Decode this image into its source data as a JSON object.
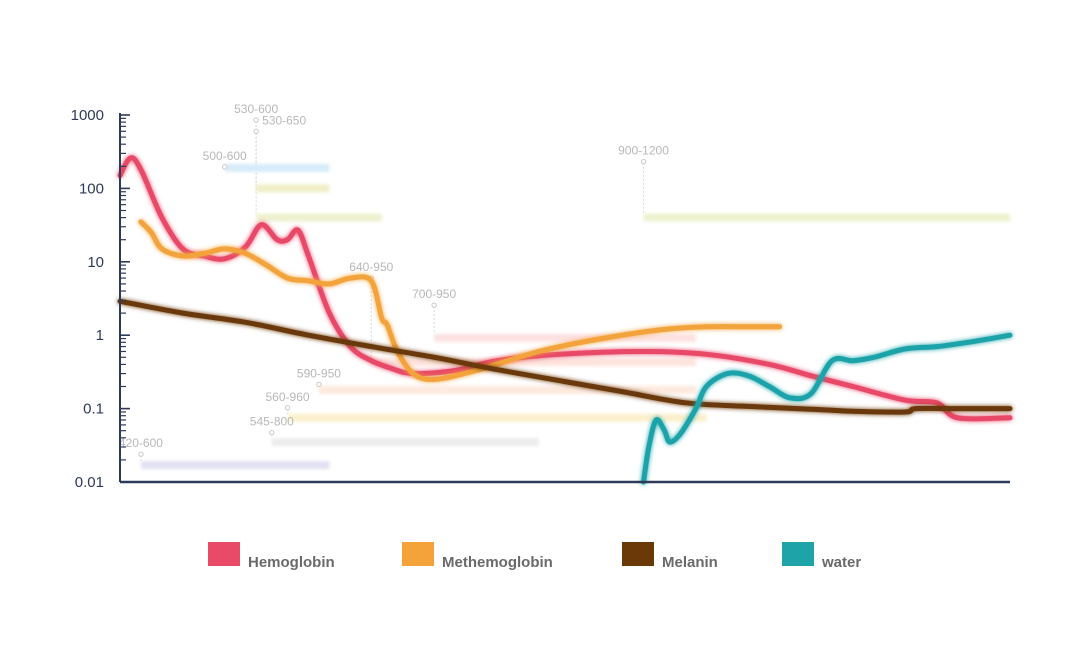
{
  "chart_data": {
    "type": "line",
    "y_scale": "log",
    "ylim": [
      0.01,
      1000
    ],
    "xlim": [
      400,
      1250
    ],
    "y_ticks": [
      {
        "value": 1000,
        "label": "1000"
      },
      {
        "value": 100,
        "label": "100"
      },
      {
        "value": 10,
        "label": "10"
      },
      {
        "value": 1,
        "label": "1"
      },
      {
        "value": 0.1,
        "label": "0.1"
      },
      {
        "value": 0.01,
        "label": "0.01"
      }
    ],
    "grid": false,
    "legend_position": "bottom",
    "series": [
      {
        "name": "Hemoglobin",
        "color": "#e84a67",
        "points": [
          [
            400,
            150
          ],
          [
            410,
            260
          ],
          [
            420,
            180
          ],
          [
            440,
            40
          ],
          [
            460,
            15
          ],
          [
            480,
            12
          ],
          [
            500,
            11
          ],
          [
            520,
            16
          ],
          [
            535,
            32
          ],
          [
            550,
            20
          ],
          [
            560,
            20
          ],
          [
            570,
            27
          ],
          [
            580,
            12
          ],
          [
            600,
            2
          ],
          [
            620,
            0.7
          ],
          [
            640,
            0.45
          ],
          [
            660,
            0.35
          ],
          [
            680,
            0.3
          ],
          [
            720,
            0.33
          ],
          [
            760,
            0.45
          ],
          [
            820,
            0.55
          ],
          [
            900,
            0.6
          ],
          [
            960,
            0.55
          ],
          [
            1020,
            0.4
          ],
          [
            1060,
            0.28
          ],
          [
            1100,
            0.2
          ],
          [
            1150,
            0.13
          ],
          [
            1180,
            0.12
          ],
          [
            1200,
            0.075
          ],
          [
            1250,
            0.075
          ]
        ]
      },
      {
        "name": "Methemoglobin",
        "color": "#f3a33a",
        "points": [
          [
            420,
            35
          ],
          [
            430,
            25
          ],
          [
            440,
            15
          ],
          [
            460,
            12
          ],
          [
            480,
            13
          ],
          [
            500,
            15
          ],
          [
            520,
            13
          ],
          [
            540,
            9
          ],
          [
            560,
            6
          ],
          [
            580,
            5.5
          ],
          [
            600,
            5
          ],
          [
            620,
            6
          ],
          [
            640,
            5.5
          ],
          [
            650,
            1.7
          ],
          [
            655,
            1.4
          ],
          [
            665,
            0.6
          ],
          [
            680,
            0.3
          ],
          [
            700,
            0.25
          ],
          [
            740,
            0.33
          ],
          [
            800,
            0.6
          ],
          [
            860,
            0.9
          ],
          [
            920,
            1.2
          ],
          [
            960,
            1.3
          ],
          [
            1000,
            1.3
          ],
          [
            1030,
            1.3
          ]
        ]
      },
      {
        "name": "Melanin",
        "color": "#6b3808",
        "points": [
          [
            400,
            2.9
          ],
          [
            460,
            2.0
          ],
          [
            520,
            1.5
          ],
          [
            580,
            1.0
          ],
          [
            640,
            0.7
          ],
          [
            700,
            0.5
          ],
          [
            760,
            0.34
          ],
          [
            820,
            0.24
          ],
          [
            880,
            0.17
          ],
          [
            940,
            0.12
          ],
          [
            1000,
            0.107
          ],
          [
            1060,
            0.098
          ],
          [
            1100,
            0.092
          ],
          [
            1150,
            0.09
          ],
          [
            1160,
            0.1
          ],
          [
            1200,
            0.1
          ],
          [
            1250,
            0.1
          ]
        ]
      },
      {
        "name": "water",
        "color": "#1ea3a9",
        "points": [
          [
            900,
            0.01
          ],
          [
            905,
            0.03
          ],
          [
            912,
            0.07
          ],
          [
            920,
            0.05
          ],
          [
            925,
            0.035
          ],
          [
            935,
            0.045
          ],
          [
            950,
            0.1
          ],
          [
            960,
            0.2
          ],
          [
            980,
            0.3
          ],
          [
            1000,
            0.28
          ],
          [
            1020,
            0.2
          ],
          [
            1040,
            0.14
          ],
          [
            1060,
            0.16
          ],
          [
            1080,
            0.45
          ],
          [
            1100,
            0.45
          ],
          [
            1120,
            0.5
          ],
          [
            1150,
            0.65
          ],
          [
            1180,
            0.7
          ],
          [
            1210,
            0.8
          ],
          [
            1250,
            1.0
          ]
        ]
      }
    ],
    "ranges": [
      {
        "label": "530-600",
        "x0": 530,
        "x1": 600,
        "y": 100,
        "color": "#f0efc8",
        "label_y": 1000
      },
      {
        "label": "530-650",
        "x0": 530,
        "x1": 650,
        "y": 40,
        "color": "#eef1cf",
        "label_y": 700
      },
      {
        "label": "500-600",
        "x0": 500,
        "x1": 600,
        "y": 190,
        "color": "#d5ecf8",
        "label_y": 230
      },
      {
        "label": "900-1200",
        "x0": 900,
        "x1": 1250,
        "y": 40,
        "color": "#eef2cf",
        "label_y": 270
      },
      {
        "label": "640-950",
        "x0": 640,
        "x1": 950,
        "y": 0.43,
        "color": "#fde3dc",
        "label_y": 7
      },
      {
        "label": "700-950",
        "x0": 700,
        "x1": 950,
        "y": 0.92,
        "color": "#fde1e1",
        "label_y": 3
      },
      {
        "label": "590-950",
        "x0": 590,
        "x1": 950,
        "y": 0.18,
        "color": "#fde9dd",
        "label_y": 0.25
      },
      {
        "label": "560-960",
        "x0": 560,
        "x1": 960,
        "y": 0.075,
        "color": "#fbefcc",
        "label_y": 0.12
      },
      {
        "label": "545-800",
        "x0": 545,
        "x1": 800,
        "y": 0.035,
        "color": "#ececee",
        "label_y": 0.055
      },
      {
        "label": "420-600",
        "x0": 420,
        "x1": 600,
        "y": 0.017,
        "color": "#e2e0f3",
        "label_y": 0.028
      }
    ],
    "title": "",
    "xlabel": "",
    "ylabel": ""
  }
}
